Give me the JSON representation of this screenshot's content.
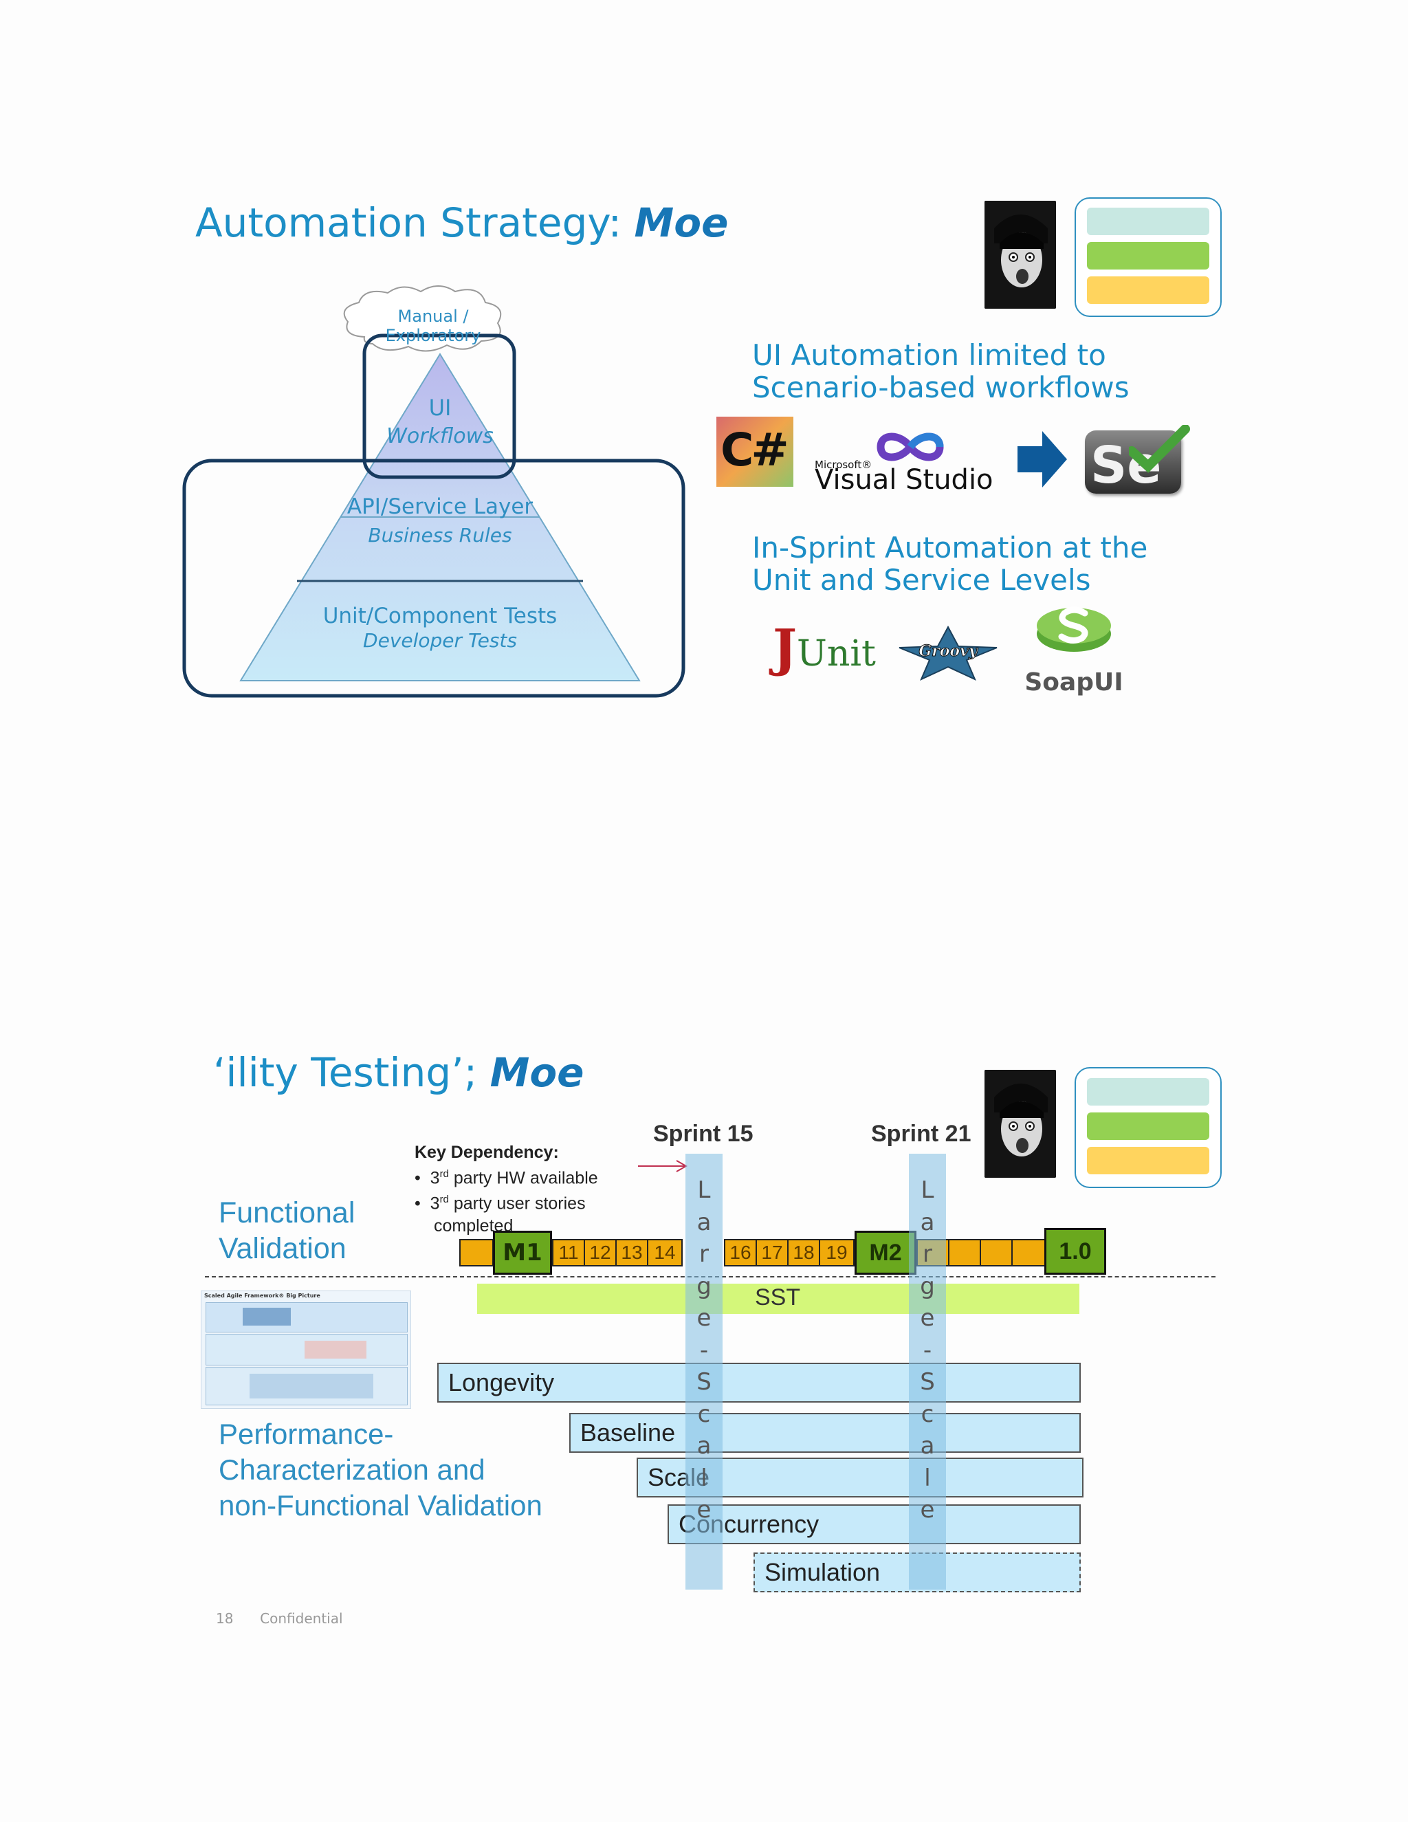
{
  "slide1": {
    "title_prefix": "Automation Strategy:",
    "title_emphasis": "Moe",
    "pyramid": {
      "cloud_line1": "Manual /",
      "cloud_line2": "Exploratory",
      "ui_title": "UI",
      "ui_sub": "Workflows",
      "api_title": "API/Service Layer",
      "api_sub": "Business Rules",
      "unit_title": "Unit/Component Tests",
      "unit_sub": "Developer Tests"
    },
    "ui_automation_line1": "UI Automation limited to",
    "ui_automation_line2": "Scenario-based workflows",
    "logos": {
      "csharp": "C#",
      "vs_microsoft": "Microsoft®",
      "vs_name": "Visual Studio",
      "selenium": "Se",
      "junit_j": "J",
      "junit_rest": "Unit",
      "groovy": "Groovy",
      "soapui": "SoapUI"
    },
    "insprint_line1": "In-Sprint Automation at the",
    "insprint_line2": "Unit and Service Levels",
    "legend_colors": [
      "#c8e8e2",
      "#94d152",
      "#ffd45e"
    ]
  },
  "slide2": {
    "title_prefix": "‘ility Testing’;",
    "title_emphasis": "Moe",
    "key_dependency": {
      "heading": "Key Dependency:",
      "item1_prefix": "3",
      "item1_sup": "rd",
      "item1_text": " party HW available",
      "item2_prefix": "3",
      "item2_sup": "rd",
      "item2_text": " party user stories",
      "item2_cont": "completed"
    },
    "sprint15": "Sprint 15",
    "sprint21": "Sprint 21",
    "functional_line1": "Functional",
    "functional_line2": "Validation",
    "timeline": {
      "m1": "M1",
      "m2": "M2",
      "release": "1.0",
      "sprints_a": [
        "11",
        "12",
        "13",
        "14"
      ],
      "sprints_b": [
        "16",
        "17",
        "18",
        "19"
      ]
    },
    "vertical_label": [
      "L",
      "a",
      "r",
      "g",
      "e",
      "-",
      "S",
      "c",
      "a",
      "l",
      "e"
    ],
    "bands": {
      "sst": "SST",
      "longevity": "Longevity",
      "baseline": "Baseline",
      "scale": "Scale",
      "concurrency": "Concurrency",
      "simulation": "Simulation"
    },
    "perf_line1": "Performance-",
    "perf_line2": "Characterization and",
    "perf_line3": "non-Functional Validation",
    "framework_thumb_title": "Scaled Agile Framework® Big Picture",
    "footer_page": "18",
    "footer_label": "Confidential",
    "colors": {
      "timeline_orange": "#f0aa0a",
      "milestone_green": "#6aa81e",
      "sst_green": "#d4f77a",
      "band_blue": "#c7eafa"
    }
  }
}
